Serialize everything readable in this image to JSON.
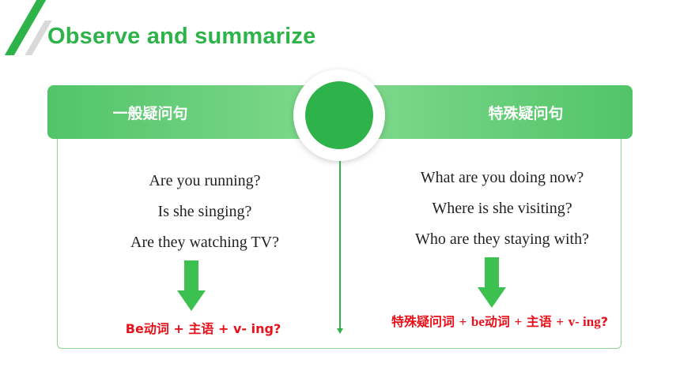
{
  "title": "Observe and summarize",
  "left": {
    "header": "一般疑问句",
    "sentences": [
      "Are you running?",
      "Is she singing?",
      "Are they watching TV?"
    ],
    "formula": {
      "be": "Be动词",
      "plus1": "+",
      "subject": "主语",
      "plus2": "+",
      "ving": "v- ing",
      "q": "?"
    }
  },
  "right": {
    "header": "特殊疑问句",
    "sentences": [
      "What are you doing now?",
      "Where is she visiting?",
      "Who are they staying with?"
    ],
    "formula": {
      "wh": "特殊疑问词",
      "plus1": "+",
      "be": "be",
      "be_cn": "动词",
      "plus2": "+",
      "subject": "主语",
      "plus3": "+",
      "ving": "v- ing",
      "q": "?"
    }
  },
  "colors": {
    "accent": "#2db34a",
    "header_light": "#7dd88b",
    "formula": "#e8101a"
  }
}
